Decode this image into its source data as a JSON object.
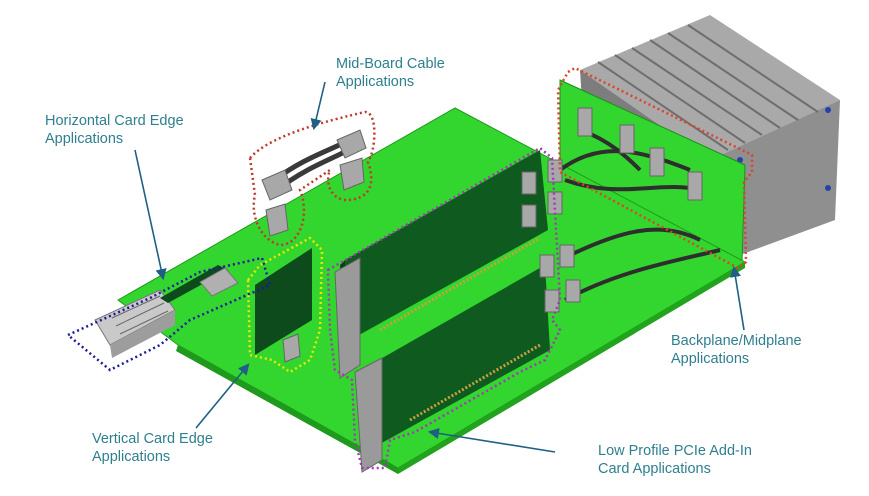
{
  "labels": {
    "horizontal": {
      "line1": "Horizontal Card Edge",
      "line2": "Applications"
    },
    "midboard": {
      "line1": "Mid-Board Cable",
      "line2": "Applications"
    },
    "vertical": {
      "line1": "Vertical Card Edge",
      "line2": "Applications"
    },
    "lowprofile": {
      "line1": "Low Profile PCIe Add-In",
      "line2": "Card Applications"
    },
    "backplane": {
      "line1": "Backplane/Midplane",
      "line2": "Applications"
    }
  },
  "colors": {
    "label_text": "#2e7f8f",
    "leader_line": "#1f5f86",
    "pcb_green": "#33d62e",
    "card_dark_green": "#0d4a1c",
    "chassis_gray": "#8c8c8c",
    "outline_blue": "#1b1b9c",
    "outline_yellow": "#e8e800",
    "outline_red": "#c0392b",
    "outline_purple": "#a338b5",
    "outline_orange": "#d8452b"
  }
}
